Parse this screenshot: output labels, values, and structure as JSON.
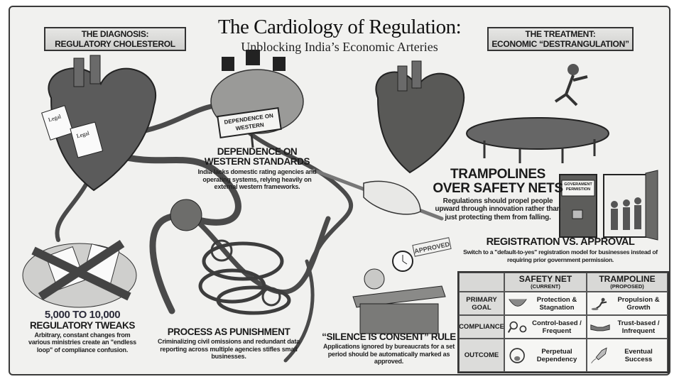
{
  "header": {
    "title": "The Cardiology of Regulation:",
    "subtitle": "Unblocking India’s Economic Arteries",
    "left_banner": {
      "line1": "THE DIAGNOSIS:",
      "line2": "REGULATORY CHOLESTEROL"
    },
    "right_banner": {
      "line1": "THE TREATMENT:",
      "line2": "ECONOMIC “DESTRANGULATION”"
    }
  },
  "illustration_labels": {
    "legal_paper_1": "Legal",
    "legal_paper_2": "Legal",
    "sign": "DEPENDENCE ON WESTERN",
    "stamp": "APPROVED",
    "door_sign": "GOVERAMENT PERMISTION"
  },
  "sections": {
    "dependence": {
      "heading": "DEPENDENCE ON WESTERN STANDARDS",
      "description": "India lacks domestic rating agencies and operating systems, relying heavily on external western frameworks."
    },
    "tweaks": {
      "heading_number": "5,000 TO 10,000",
      "heading": "REGULATORY TWEAKS",
      "description": "Arbitrary, constant changes from various ministries create an \"endless loop\" of compliance confusion."
    },
    "process": {
      "heading": "PROCESS AS PUNISHMENT",
      "description": "Criminalizing civil omissions and redundant data reporting across multiple agencies stifles small businesses."
    },
    "silence": {
      "heading": "“SILENCE IS CONSENT” RULE",
      "description": "Applications ignored by bureaucrats for a set period should be automatically marked as approved."
    },
    "trampolines": {
      "heading": "TRAMPOLINES OVER SAFETY NETS",
      "description": "Regulations should propel people upward through innovation rather than just protecting them from falling."
    },
    "registration": {
      "heading": "REGISTRATION VS. APPROVAL",
      "description": "Switch to a \"default-to-yes\" registration model for businesses instead of requiring prior government permission."
    }
  },
  "comparison_table": {
    "columns": [
      {
        "label": "SAFETY NET",
        "note": "(CURRENT)"
      },
      {
        "label": "TRAMPOLINE",
        "note": "(PROPOSED)"
      }
    ],
    "rows": [
      {
        "label": "PRIMARY GOAL",
        "safety_net": "Protection & Stagnation",
        "safety_net_icon": "hammock-icon",
        "trampoline": "Propulsion & Growth",
        "trampoline_icon": "jumping-person-icon"
      },
      {
        "label": "COMPLIANCE",
        "safety_net": "Control-based / Frequent",
        "safety_net_icon": "magnifier-handcuffs-icon",
        "trampoline": "Trust-based / Infrequent",
        "trampoline_icon": "handshake-icon"
      },
      {
        "label": "OUTCOME",
        "safety_net": "Perpetual Dependency",
        "safety_net_icon": "hamster-wheel-icon",
        "trampoline": "Eventual Success",
        "trampoline_icon": "rocket-icon"
      }
    ]
  }
}
